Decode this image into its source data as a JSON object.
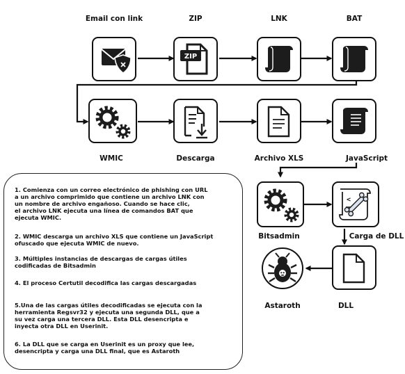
{
  "nodes": {
    "email": {
      "label": "Email con link",
      "icon": "envelope-shield-icon"
    },
    "zip": {
      "label": "ZIP",
      "icon": "zip-file-icon",
      "badge": "ZIP"
    },
    "lnk": {
      "label": "LNK",
      "icon": "script-scroll-icon"
    },
    "bat": {
      "label": "BAT",
      "icon": "script-scroll-icon"
    },
    "wmic": {
      "label": "WMIC",
      "icon": "gears-icon"
    },
    "descarga": {
      "label": "Descarga",
      "icon": "file-download-icon"
    },
    "xls": {
      "label": "Archivo XLS",
      "icon": "document-icon"
    },
    "javascript": {
      "label": "JavaScript",
      "icon": "script-scroll-icon"
    },
    "bitsadmin": {
      "label": "Bitsadmin",
      "icon": "gears-icon"
    },
    "carga_dll": {
      "label": "Carga de DLL",
      "icon": "code-bone-icon"
    },
    "dll": {
      "label": "DLL",
      "icon": "blank-file-icon"
    },
    "astaroth": {
      "label": "Astaroth",
      "icon": "malware-bug-icon"
    }
  },
  "description": [
    "1. Comienza con un correo electrónico de phishing con URL\na un archivo comprimido que contiene un archivo LNK con\nun nombre de archivo engañoso. Cuando se hace clic,\nel archivo LNK ejecuta una línea de comandos BAT que\nejecuta WMIC.",
    "2. WMIC descarga un archivo XLS que contiene un JavaScript\nofuscado que ejecuta WMIC de nuevo.",
    "3. Múltiples instancias de descargas de cargas útiles\ncodificadas  de Bitsadmin",
    "4. El proceso Certutil decodifica las cargas descargadas",
    "5.Una de las cargas útiles decodificadas se ejecuta con la\nherramienta Regsvr32 y ejecuta una segunda DLL, que a\nsu vez carga una tercera DLL. Esta DLL desencripta e\ninyecta otra DLL en Userinit.",
    "6. La DLL que se carga en Userinit es un proxy que lee,\ndesencripta y carga una DLL final, que es Astaroth"
  ]
}
